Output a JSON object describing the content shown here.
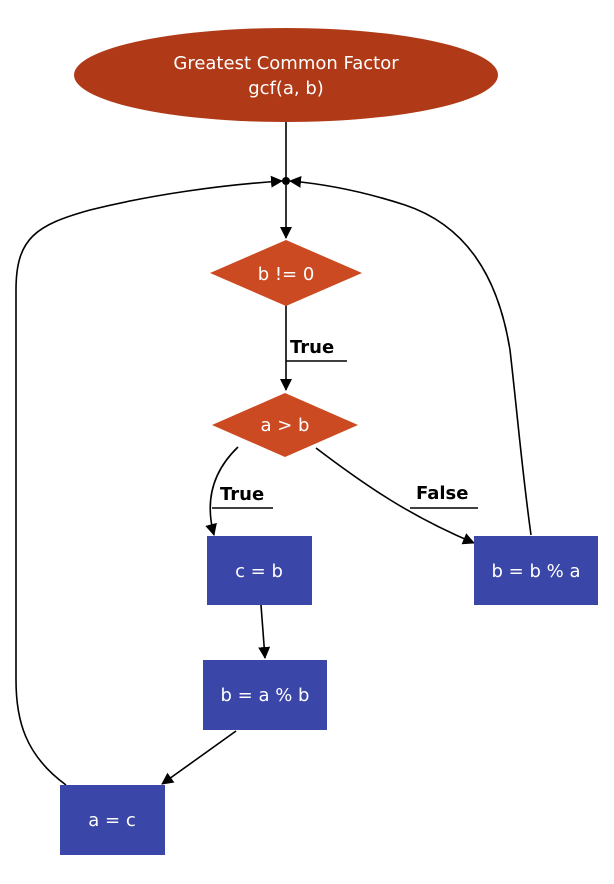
{
  "colors": {
    "ellipse_fill": "#b03a17",
    "decision_fill": "#cc4a22",
    "process_fill": "#3b47a8",
    "edge": "#000000"
  },
  "nodes": {
    "start": {
      "line1": "Greatest Common Factor",
      "line2": "gcf(a, b)"
    },
    "cond_b_ne_0": {
      "label": "b != 0"
    },
    "cond_a_gt_b": {
      "label": "a > b"
    },
    "c_eq_b": {
      "label": "c = b"
    },
    "b_eq_b_mod_a": {
      "label": "b = b % a"
    },
    "b_eq_a_mod_b": {
      "label": "b = a % b"
    },
    "a_eq_c": {
      "label": "a = c"
    }
  },
  "edges": {
    "true_1": "True",
    "true_2": "True",
    "false_1": "False"
  }
}
